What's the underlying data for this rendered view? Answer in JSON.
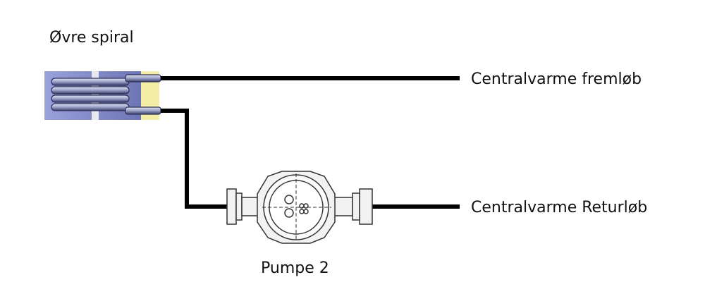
{
  "labels": {
    "upper_coil": "Øvre spiral",
    "flow": "Centralvarme fremløb",
    "return": "Centralvarme Returløb",
    "pump": "Pumpe 2"
  },
  "colors": {
    "coil_bg": "#8e95d4",
    "insulation": "#f3eda6",
    "pipe": "#000000"
  }
}
